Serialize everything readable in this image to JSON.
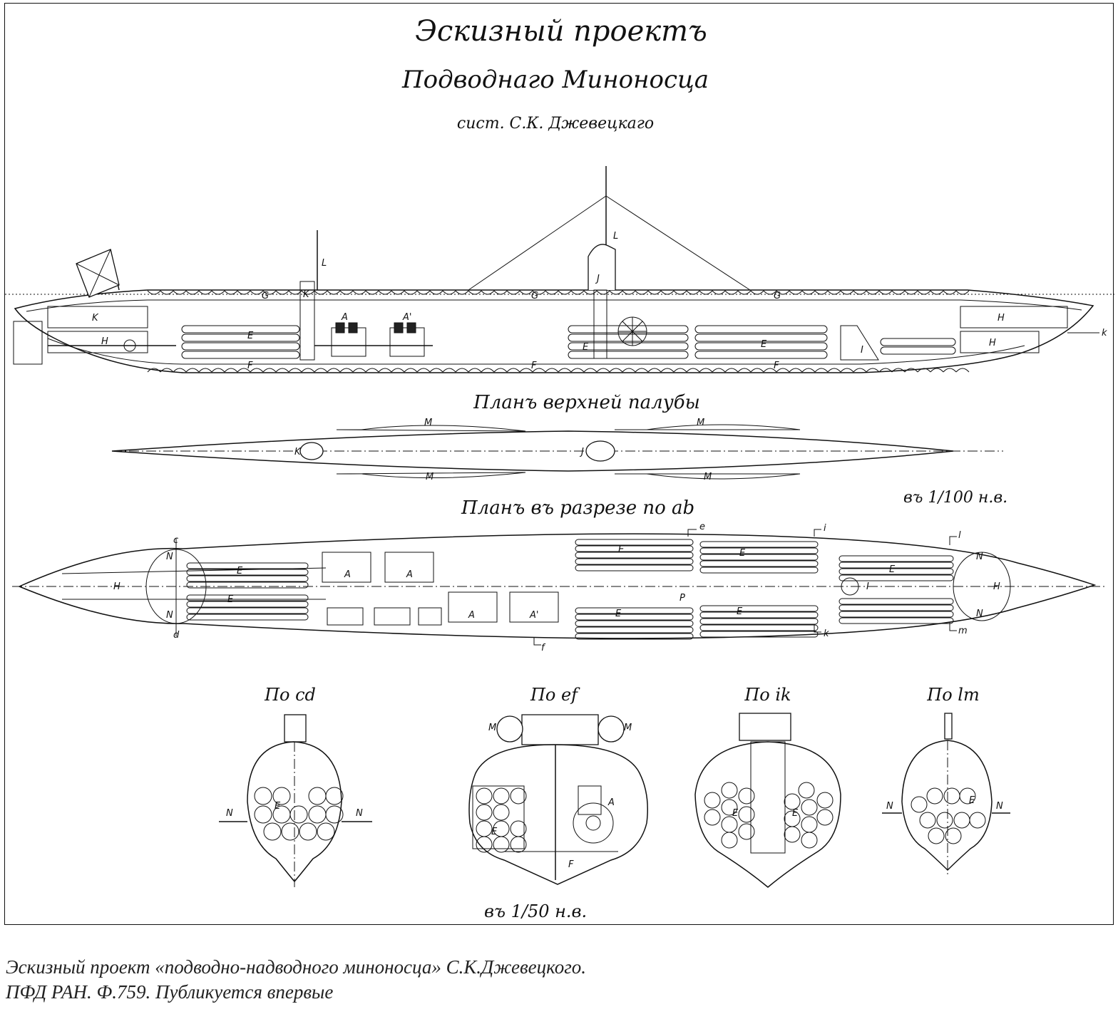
{
  "drawing": {
    "title_line1": "Эскизный проектъ",
    "title_line2": "Подводнаго Миноносца",
    "title_line3": "сист. С.К. Джевецкаго",
    "view_upper_deck": "Планъ верхней палубы",
    "view_section_ab": "Планъ въ разрезе по ab",
    "scale_100": "въ 1/100 н.в.",
    "scale_50": "въ 1/50 н.в.",
    "section_cd": "По cd",
    "section_ef": "По ef",
    "section_ik": "По ik",
    "section_lm": "По lm"
  },
  "labels": {
    "K": "K",
    "L": "L",
    "G": "G",
    "A": "A",
    "A1": "A'",
    "E": "E",
    "F": "F",
    "H": "H",
    "J": "J",
    "I": "I",
    "C": "C",
    "M": "M",
    "N": "N",
    "P": "P",
    "c": "c",
    "d": "d",
    "e": "e",
    "f": "f",
    "i": "i",
    "k": "k",
    "l": "l",
    "m": "m"
  },
  "caption": {
    "line1": "Эскизный проект «подводно-надводного миноносца» С.К.Джевецкого.",
    "line2": "ПФД РАН. Ф.759. Публикуется впервые"
  }
}
